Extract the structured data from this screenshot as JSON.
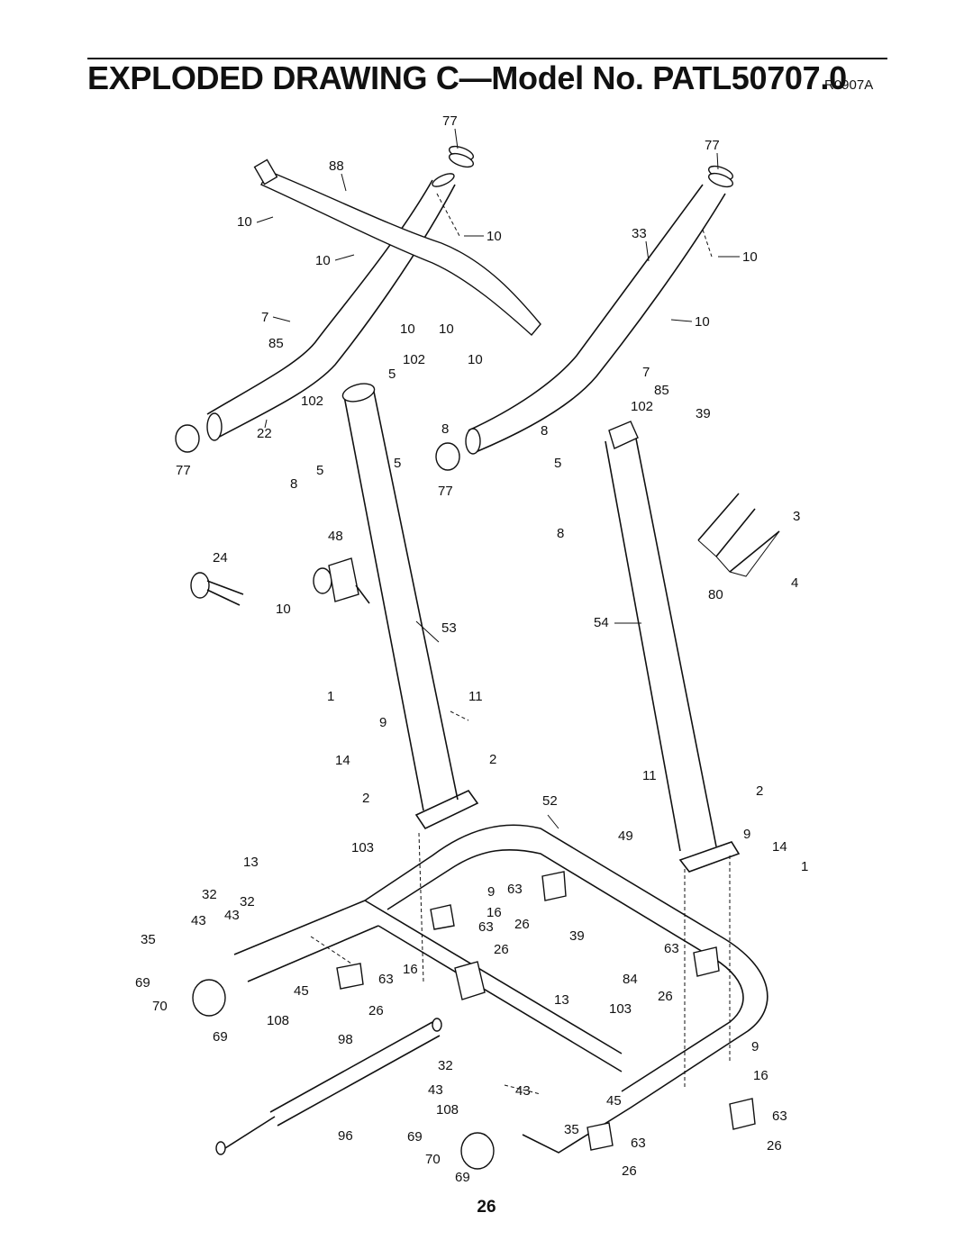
{
  "header": {
    "title": "EXPLODED DRAWING C—Model No. PATL50707.0",
    "drawing_code": "R0907A"
  },
  "page_number": "26",
  "callouts": [
    {
      "id": "c1",
      "text": "77"
    },
    {
      "id": "c2",
      "text": "77"
    },
    {
      "id": "c3",
      "text": "88"
    },
    {
      "id": "c4",
      "text": "10"
    },
    {
      "id": "c5",
      "text": "10"
    },
    {
      "id": "c6",
      "text": "33"
    },
    {
      "id": "c7",
      "text": "10"
    },
    {
      "id": "c8",
      "text": "10"
    },
    {
      "id": "c9",
      "text": "7"
    },
    {
      "id": "c10",
      "text": "85"
    },
    {
      "id": "c11",
      "text": "10"
    },
    {
      "id": "c12",
      "text": "10"
    },
    {
      "id": "c13",
      "text": "10"
    },
    {
      "id": "c14",
      "text": "102"
    },
    {
      "id": "c15",
      "text": "5"
    },
    {
      "id": "c16",
      "text": "10"
    },
    {
      "id": "c17",
      "text": "7"
    },
    {
      "id": "c18",
      "text": "102"
    },
    {
      "id": "c19",
      "text": "85"
    },
    {
      "id": "c20",
      "text": "102"
    },
    {
      "id": "c21",
      "text": "39"
    },
    {
      "id": "c22",
      "text": "22"
    },
    {
      "id": "c23",
      "text": "8"
    },
    {
      "id": "c24",
      "text": "8"
    },
    {
      "id": "c25",
      "text": "77"
    },
    {
      "id": "c26",
      "text": "8"
    },
    {
      "id": "c27",
      "text": "5"
    },
    {
      "id": "c28",
      "text": "5"
    },
    {
      "id": "c29",
      "text": "5"
    },
    {
      "id": "c30",
      "text": "77"
    },
    {
      "id": "c31",
      "text": "3"
    },
    {
      "id": "c32",
      "text": "8"
    },
    {
      "id": "c33",
      "text": "48"
    },
    {
      "id": "c34",
      "text": "24"
    },
    {
      "id": "c35",
      "text": "4"
    },
    {
      "id": "c36",
      "text": "80"
    },
    {
      "id": "c37",
      "text": "10"
    },
    {
      "id": "c38",
      "text": "53"
    },
    {
      "id": "c39",
      "text": "54"
    },
    {
      "id": "c40",
      "text": "1"
    },
    {
      "id": "c41",
      "text": "11"
    },
    {
      "id": "c42",
      "text": "9"
    },
    {
      "id": "c43",
      "text": "14"
    },
    {
      "id": "c44",
      "text": "2"
    },
    {
      "id": "c45",
      "text": "11"
    },
    {
      "id": "c46",
      "text": "2"
    },
    {
      "id": "c47",
      "text": "2"
    },
    {
      "id": "c48",
      "text": "52"
    },
    {
      "id": "c49",
      "text": "49"
    },
    {
      "id": "c50",
      "text": "9"
    },
    {
      "id": "c51",
      "text": "14"
    },
    {
      "id": "c52",
      "text": "103"
    },
    {
      "id": "c53",
      "text": "13"
    },
    {
      "id": "c54",
      "text": "1"
    },
    {
      "id": "c55",
      "text": "63"
    },
    {
      "id": "c56",
      "text": "9"
    },
    {
      "id": "c57",
      "text": "32"
    },
    {
      "id": "c58",
      "text": "32"
    },
    {
      "id": "c59",
      "text": "16"
    },
    {
      "id": "c60",
      "text": "26"
    },
    {
      "id": "c61",
      "text": "43"
    },
    {
      "id": "c62",
      "text": "43"
    },
    {
      "id": "c63",
      "text": "63"
    },
    {
      "id": "c64",
      "text": "39"
    },
    {
      "id": "c65",
      "text": "35"
    },
    {
      "id": "c66",
      "text": "26"
    },
    {
      "id": "c67",
      "text": "63"
    },
    {
      "id": "c68",
      "text": "16"
    },
    {
      "id": "c69",
      "text": "69"
    },
    {
      "id": "c70",
      "text": "63"
    },
    {
      "id": "c71",
      "text": "84"
    },
    {
      "id": "c72",
      "text": "45"
    },
    {
      "id": "c73",
      "text": "70"
    },
    {
      "id": "c74",
      "text": "26"
    },
    {
      "id": "c75",
      "text": "26"
    },
    {
      "id": "c76",
      "text": "13"
    },
    {
      "id": "c77",
      "text": "103"
    },
    {
      "id": "c78",
      "text": "108"
    },
    {
      "id": "c79",
      "text": "69"
    },
    {
      "id": "c80",
      "text": "98"
    },
    {
      "id": "c81",
      "text": "9"
    },
    {
      "id": "c82",
      "text": "32"
    },
    {
      "id": "c83",
      "text": "16"
    },
    {
      "id": "c84",
      "text": "43"
    },
    {
      "id": "c85",
      "text": "43"
    },
    {
      "id": "c86",
      "text": "45"
    },
    {
      "id": "c87",
      "text": "108"
    },
    {
      "id": "c88",
      "text": "63"
    },
    {
      "id": "c89",
      "text": "96"
    },
    {
      "id": "c90",
      "text": "69"
    },
    {
      "id": "c91",
      "text": "35"
    },
    {
      "id": "c92",
      "text": "63"
    },
    {
      "id": "c93",
      "text": "26"
    },
    {
      "id": "c94",
      "text": "70"
    },
    {
      "id": "c95",
      "text": "26"
    },
    {
      "id": "c96",
      "text": "69"
    }
  ]
}
